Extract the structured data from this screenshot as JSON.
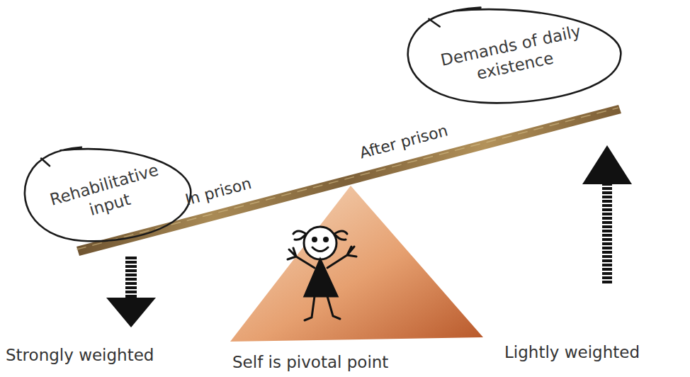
{
  "diagram": {
    "nodes": [
      {
        "text": [
          "Rehabilitative input"
        ]
      },
      {
        "text": [
          "Demands of daily existence"
        ]
      }
    ],
    "labels": [
      "In prison",
      "After prison",
      "Strongly weighted",
      "Self is pivotal point",
      "Lightly weighted"
    ]
  }
}
